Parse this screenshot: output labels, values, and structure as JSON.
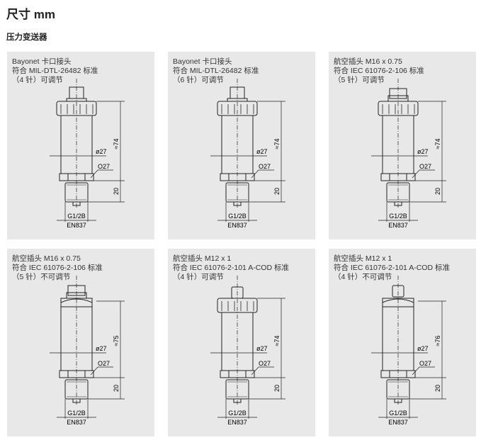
{
  "title": "尺寸 mm",
  "section": "压力变送器",
  "panels": [
    {
      "lines": [
        "Bayonet 卡口接头",
        "符合 MIL-DTL-26482 标准",
        "（4 针）可调节"
      ],
      "connector": "bayonet",
      "length": "≈74"
    },
    {
      "lines": [
        "Bayonet 卡口接头",
        "符合 MIL-DTL-26482 标准",
        "（6 针）可调节"
      ],
      "connector": "bayonet",
      "length": "≈74"
    },
    {
      "lines": [
        "航空插头 M16 x 0.75",
        "符合 IEC 61076-2-106 标准",
        "（5 针）可调节"
      ],
      "connector": "m16-knurl",
      "length": "≈74"
    },
    {
      "lines": [
        "航空插头 M16 x 0.75",
        "符合 IEC 61076-2-106 标准",
        "（5 针）不可调节"
      ],
      "connector": "m16",
      "length": "≈75"
    },
    {
      "lines": [
        "航空插头 M12 x 1",
        "符合 IEC 61076-2-101 A-COD 标准",
        "（4 针）可调节"
      ],
      "connector": "m12-knurl",
      "length": "≈74"
    },
    {
      "lines": [
        "航空插头 M12 x 1",
        "符合 IEC 61076-2-101 A-COD 标准",
        "（4 针）不可调节"
      ],
      "connector": "m12",
      "length": "≈76"
    }
  ],
  "dims": {
    "diameter": "ø27",
    "hex": "O27",
    "thread_len": "20",
    "thread": "G1/2B",
    "standard": "EN837"
  }
}
